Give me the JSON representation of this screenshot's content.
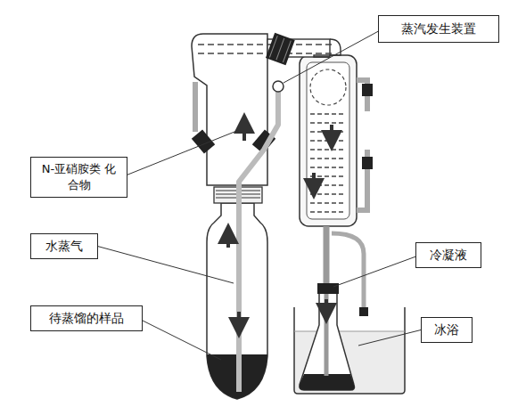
{
  "diagram": {
    "nodes": [
      {
        "text": [
          "蒸汽发生装置"
        ]
      },
      {
        "text": [
          "N-亚硝胺类 化合物"
        ]
      },
      {
        "text": [
          "水蒸气"
        ]
      },
      {
        "text": [
          "待蒸馏的样品"
        ]
      },
      {
        "text": [
          "冷凝液"
        ]
      },
      {
        "text": [
          "冰浴"
        ]
      }
    ]
  }
}
